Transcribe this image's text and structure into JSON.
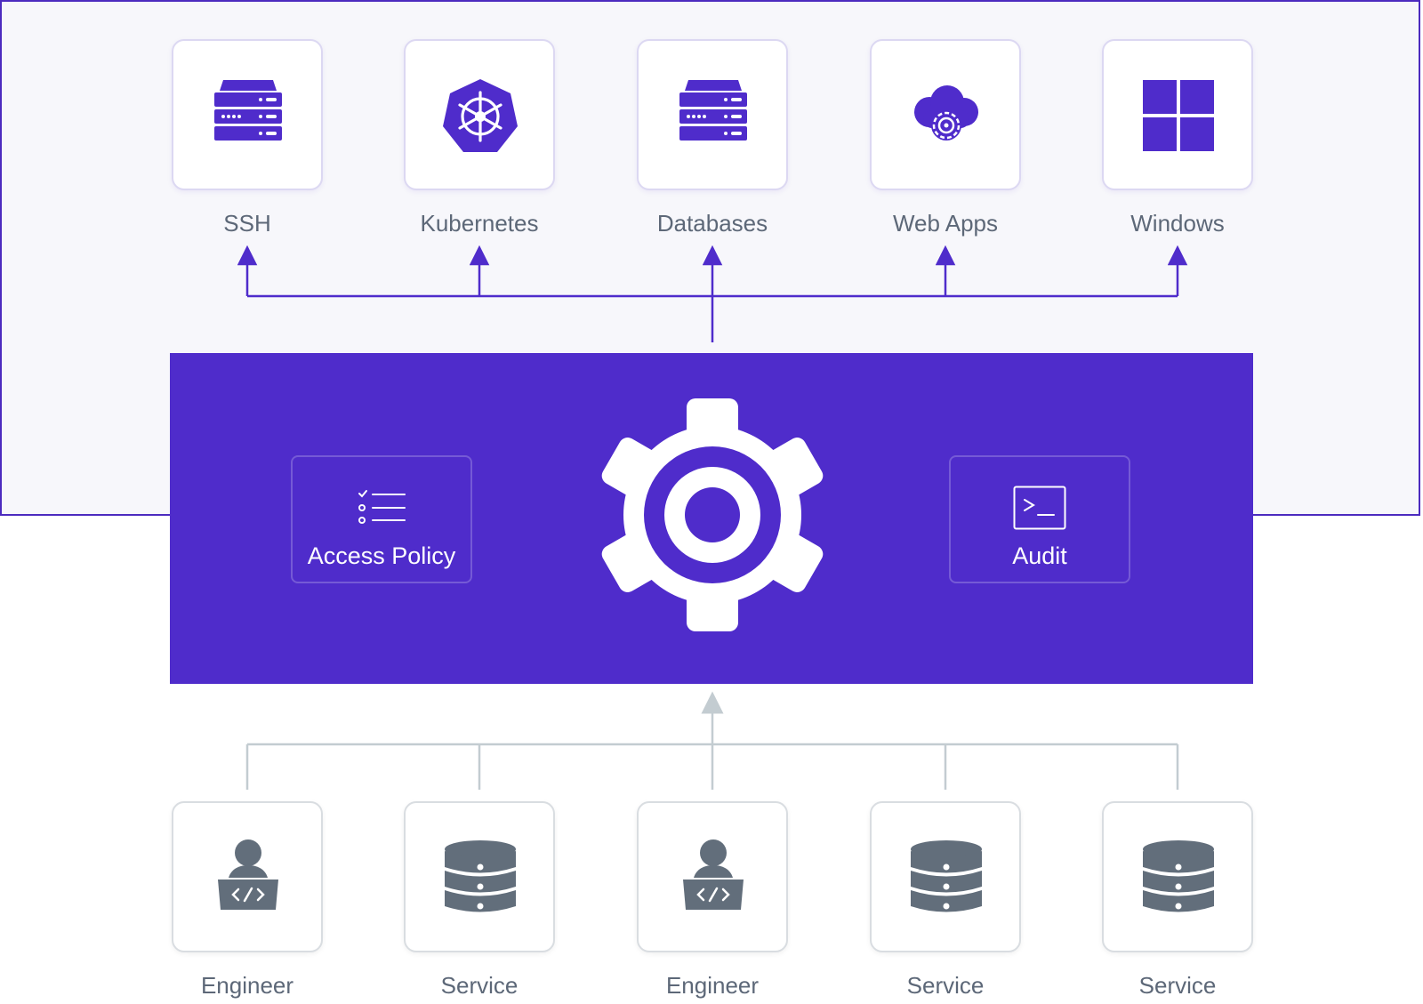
{
  "destinations": [
    {
      "label": "SSH",
      "icon": "server-icon"
    },
    {
      "label": "Kubernetes",
      "icon": "kubernetes-icon"
    },
    {
      "label": "Databases",
      "icon": "server-icon"
    },
    {
      "label": "Web Apps",
      "icon": "cloud-gear-icon"
    },
    {
      "label": "Windows",
      "icon": "windows-icon"
    }
  ],
  "hub": {
    "icon": "gear-icon",
    "left_panel": {
      "label": "Access Policy",
      "icon": "checklist-icon"
    },
    "right_panel": {
      "label": "Audit",
      "icon": "terminal-icon"
    }
  },
  "sources": [
    {
      "label": "Engineer",
      "icon": "engineer-laptop-icon"
    },
    {
      "label": "Service",
      "icon": "database-icon"
    },
    {
      "label": "Engineer",
      "icon": "engineer-laptop-icon"
    },
    {
      "label": "Service",
      "icon": "database-icon"
    },
    {
      "label": "Service",
      "icon": "database-icon"
    }
  ],
  "colors": {
    "accent": "#4f2ccb",
    "frame_border": "#4c2bbf",
    "frame_fill": "#f7f7fb",
    "source_icon": "#626e7b",
    "source_connector": "#c3ccd1",
    "label_text": "#5d6878"
  }
}
